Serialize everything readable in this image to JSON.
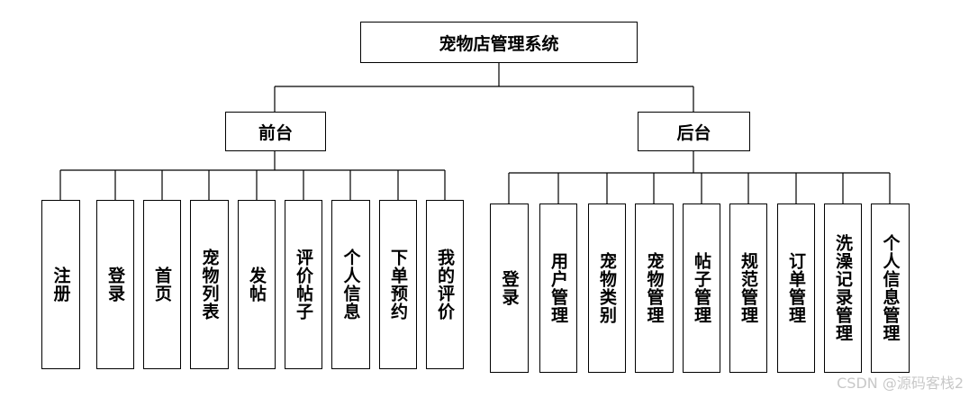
{
  "root": "宠物店管理系统",
  "front": {
    "label": "前台",
    "items": [
      "注册",
      "登录",
      "首页",
      "宠物列表",
      "发帖",
      "评价帖子",
      "个人信息",
      "下单预约",
      "我的评价"
    ]
  },
  "back": {
    "label": "后台",
    "items": [
      "登录",
      "用户管理",
      "宠物类别",
      "宠物管理",
      "帖子管理",
      "规范管理",
      "订单管理",
      "洗澡记录管理",
      "个人信息管理"
    ]
  },
  "watermark": "CSDN @源码客栈2"
}
